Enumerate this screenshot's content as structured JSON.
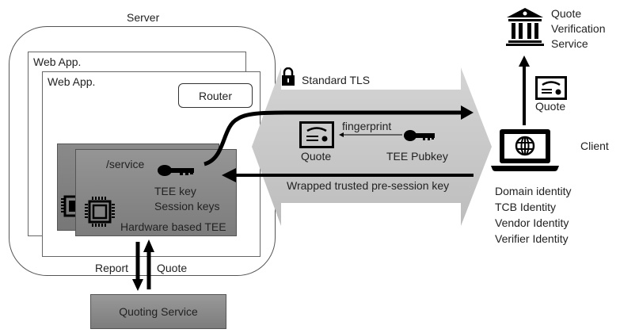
{
  "server": {
    "label": "Server",
    "web_app_back_label": "Web App.",
    "web_app_front_label": "Web App.",
    "router_label": "Router",
    "tee": {
      "route_label": "/service",
      "key_label": "TEE key",
      "session_label": "Session keys",
      "hardware_label": "Hardware based TEE"
    }
  },
  "quoting": {
    "service_label": "Quoting Service",
    "report_label": "Report",
    "quote_label": "Quote"
  },
  "channel": {
    "tls_label": "Standard TLS",
    "quote_label": "Quote",
    "fingerprint_label": "fingerprint",
    "pubkey_label": "TEE Pubkey",
    "wrapped_label": "Wrapped trusted pre-session key"
  },
  "client": {
    "label": "Client",
    "identities": [
      "Domain identity",
      "TCB Identity",
      "Vendor Identity",
      "Verifier Identity"
    ]
  },
  "verification": {
    "label_lines": [
      "Quote",
      "Verification",
      "Service"
    ],
    "quote_label": "Quote"
  },
  "colors": {
    "channel_fill": "#c8c8c8",
    "tee_fill": "#8a8a8a",
    "arrow": "#000000"
  }
}
